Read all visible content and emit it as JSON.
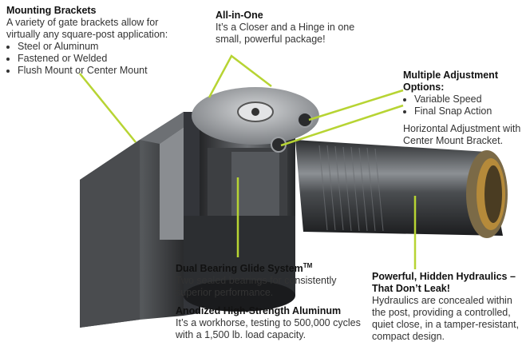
{
  "colors": {
    "callout_line": "#b7d433",
    "metal_dark": "#2b2d2f",
    "metal_light": "#c7c9cb",
    "brass": "#b58a3a"
  },
  "mounting": {
    "title": "Mounting Brackets",
    "body": "A variety of gate brackets allow for virtually any square-post application:",
    "items": [
      "Steel or Aluminum",
      "Fastened or Welded",
      "Flush Mount or Center Mount"
    ]
  },
  "allinone": {
    "title": "All-in-One",
    "body": "It’s a Closer and a Hinge in one small, powerful package!"
  },
  "adjust": {
    "title": "Multiple Adjustment Options:",
    "items": [
      "Variable Speed",
      "Final Snap Action"
    ],
    "note": "Horizontal Adjustment with Center Mount Bracket."
  },
  "bearing": {
    "title": "Dual Bearing Glide System",
    "tm": "TM",
    "body": "Two sealed bearings for consistently superior performance."
  },
  "aluminum": {
    "title": "Anodized High-Strength Aluminum",
    "body": "It’s a workhorse, testing to 500,000 cycles with a 1,500 lb. load capacity."
  },
  "hydraulics": {
    "title": "Powerful, Hidden Hydraulics – That Don’t Leak!",
    "body": "Hydraulics are concealed within the post, providing a controlled, quiet close, in a tamper-resistant, compact design."
  }
}
